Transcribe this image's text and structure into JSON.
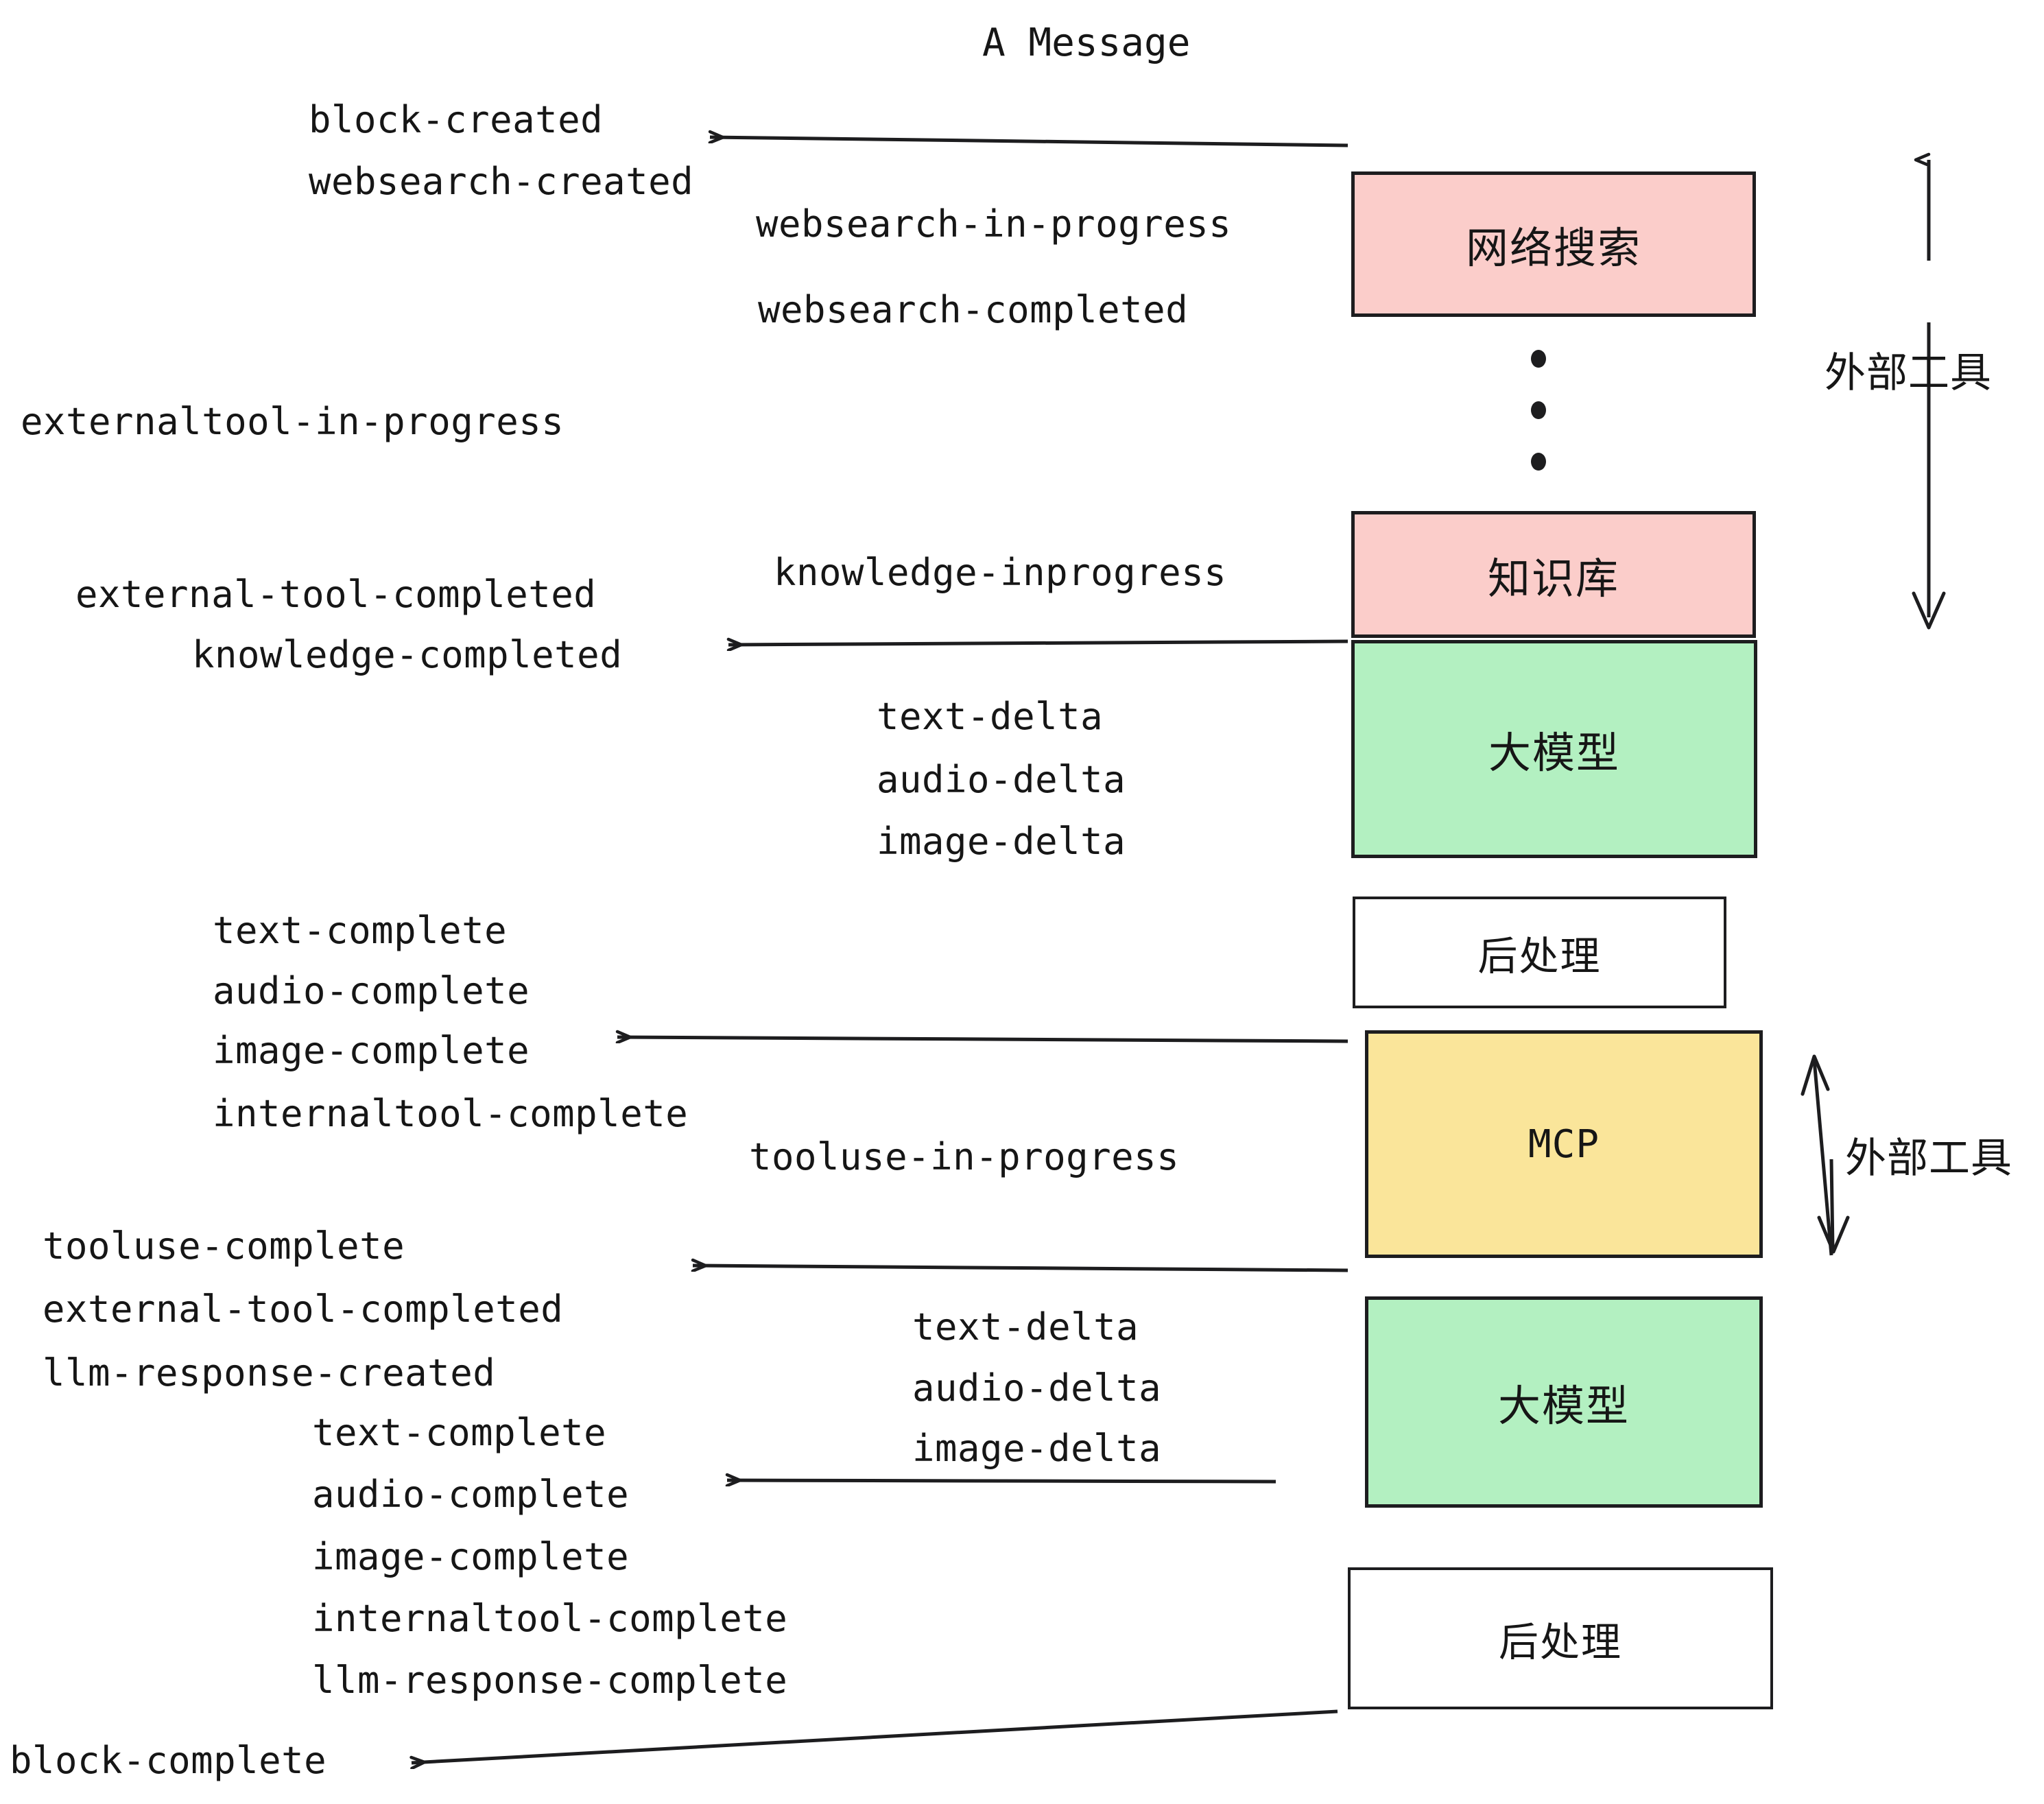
{
  "title": "A Message",
  "boxes": [
    {
      "key": "websearch",
      "label": "网络搜索",
      "color": "#fbcdca"
    },
    {
      "key": "knowledge",
      "label": "知识库",
      "color": "#fbcdca"
    },
    {
      "key": "llm_top",
      "label": "大模型",
      "color": "#b3f0c1"
    },
    {
      "key": "post_top",
      "label": "后处理",
      "color": "#ffffff"
    },
    {
      "key": "mcp",
      "label": "MCP",
      "color": "#fae59a"
    },
    {
      "key": "llm_bottom",
      "label": "大模型",
      "color": "#b3f0c1"
    },
    {
      "key": "post_bottom",
      "label": "后处理",
      "color": "#ffffff"
    }
  ],
  "side_labels": {
    "external_tool_top": "外部工具",
    "external_tool_bottom": "外部工具"
  },
  "events": {
    "block_created": "block-created",
    "websearch_created": "websearch-created",
    "websearch_in_progress": "websearch-in-progress",
    "websearch_completed": "websearch-completed",
    "externaltool_in_progress": "externaltool-in-progress",
    "knowledge_inprogress": "knowledge-inprogress",
    "external_tool_completed_1": "external-tool-completed",
    "knowledge_completed": "knowledge-completed",
    "text_delta_1": "text-delta",
    "audio_delta_1": "audio-delta",
    "image_delta_1": "image-delta",
    "text_complete_1": "text-complete",
    "audio_complete_1": "audio-complete",
    "image_complete_1": "image-complete",
    "internaltool_complete_1": "internaltool-complete",
    "tooluse_in_progress": "tooluse-in-progress",
    "tooluse_complete": "tooluse-complete",
    "external_tool_completed_2": "external-tool-completed",
    "llm_response_created": "llm-response-created",
    "text_delta_2": "text-delta",
    "audio_delta_2": "audio-delta",
    "image_delta_2": "image-delta",
    "text_complete_2": "text-complete",
    "audio_complete_2": "audio-complete",
    "image_complete_2": "image-complete",
    "internaltool_complete_2": "internaltool-complete",
    "llm_response_complete": "llm-response-complete",
    "block_complete": "block-complete"
  },
  "colors": {
    "tool_box": "#fbcdca",
    "model_box": "#b3f0c1",
    "mcp_box": "#fae59a",
    "plain_box": "#ffffff",
    "stroke": "#1d1d1f",
    "text": "#161616",
    "background": "#ffffff"
  }
}
